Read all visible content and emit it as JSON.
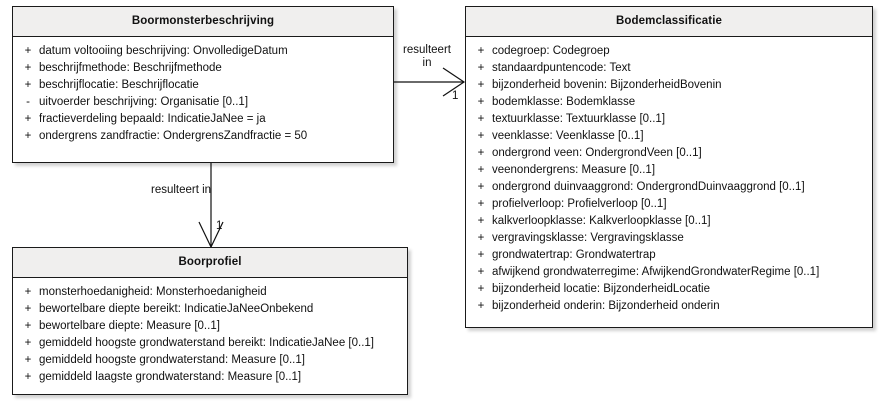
{
  "diagram": {
    "type": "uml-class-diagram",
    "background": "#ffffff",
    "border_color": "#1a1a1a",
    "header_fill": "#f0efee",
    "body_fill": "#ffffff",
    "text_color": "#111111"
  },
  "classes": [
    {
      "id": "boormonsterbeschrijving",
      "name": "Boormonsterbeschrijving",
      "attributes": [
        {
          "visibility": "+",
          "text": "datum voltooiing beschrijving: OnvolledigeDatum"
        },
        {
          "visibility": "+",
          "text": "beschrijfmethode: Beschrijfmethode"
        },
        {
          "visibility": "+",
          "text": "beschrijflocatie: Beschrijflocatie"
        },
        {
          "visibility": "-",
          "text": "uitvoerder beschrijving: Organisatie [0..1]"
        },
        {
          "visibility": "+",
          "text": "fractieverdeling bepaald: IndicatieJaNee = ja"
        },
        {
          "visibility": "+",
          "text": "ondergrens zandfractie: OndergrensZandfractie = 50"
        }
      ]
    },
    {
      "id": "bodemclassificatie",
      "name": "Bodemclassificatie",
      "attributes": [
        {
          "visibility": "+",
          "text": "codegroep: Codegroep"
        },
        {
          "visibility": "+",
          "text": "standaardpuntencode: Text"
        },
        {
          "visibility": "+",
          "text": "bijzonderheid bovenin: BijzonderheidBovenin"
        },
        {
          "visibility": "+",
          "text": "bodemklasse: Bodemklasse"
        },
        {
          "visibility": "+",
          "text": "textuurklasse: Textuurklasse [0..1]"
        },
        {
          "visibility": "+",
          "text": "veenklasse: Veenklasse [0..1]"
        },
        {
          "visibility": "+",
          "text": "ondergrond veen: OndergrondVeen [0..1]"
        },
        {
          "visibility": "+",
          "text": "veenondergrens: Measure [0..1]"
        },
        {
          "visibility": "+",
          "text": "ondergrond duinvaaggrond: OndergrondDuinvaaggrond [0..1]"
        },
        {
          "visibility": "+",
          "text": "profielverloop: Profielverloop [0..1]"
        },
        {
          "visibility": "+",
          "text": "kalkverloopklasse: Kalkverloopklasse [0..1]"
        },
        {
          "visibility": "+",
          "text": "vergravingsklasse: Vergravingsklasse"
        },
        {
          "visibility": "+",
          "text": "grondwatertrap: Grondwatertrap"
        },
        {
          "visibility": "+",
          "text": "afwijkend grondwaterregime: AfwijkendGrondwaterRegime [0..1]"
        },
        {
          "visibility": "+",
          "text": "bijzonderheid locatie: BijzonderheidLocatie"
        },
        {
          "visibility": "+",
          "text": "bijzonderheid onderin: Bijzonderheid onderin"
        }
      ]
    },
    {
      "id": "boorprofiel",
      "name": "Boorprofiel",
      "attributes": [
        {
          "visibility": "+",
          "text": "monsterhoedanigheid: Monsterhoedanigheid"
        },
        {
          "visibility": "+",
          "text": "bewortelbare diepte bereikt: IndicatieJaNeeOnbekend"
        },
        {
          "visibility": "+",
          "text": "bewortelbare diepte: Measure [0..1]"
        },
        {
          "visibility": "+",
          "text": "gemiddeld hoogste grondwaterstand bereikt: IndicatieJaNee [0..1]"
        },
        {
          "visibility": "+",
          "text": "gemiddeld hoogste grondwaterstand: Measure [0..1]"
        },
        {
          "visibility": "+",
          "text": "gemiddeld laagste grondwaterstand: Measure [0..1]"
        }
      ]
    }
  ],
  "associations": [
    {
      "id": "assoc-horizontal",
      "label_line1": "resulteert",
      "label_line2": "in",
      "multiplicity": "1",
      "from": "boormonsterbeschrijving",
      "to": "bodemclassificatie",
      "arrow": "open"
    },
    {
      "id": "assoc-vertical",
      "label_line1": "resulteert in",
      "label_line2": "",
      "multiplicity": "1",
      "from": "boormonsterbeschrijving",
      "to": "boorprofiel",
      "arrow": "open"
    }
  ]
}
